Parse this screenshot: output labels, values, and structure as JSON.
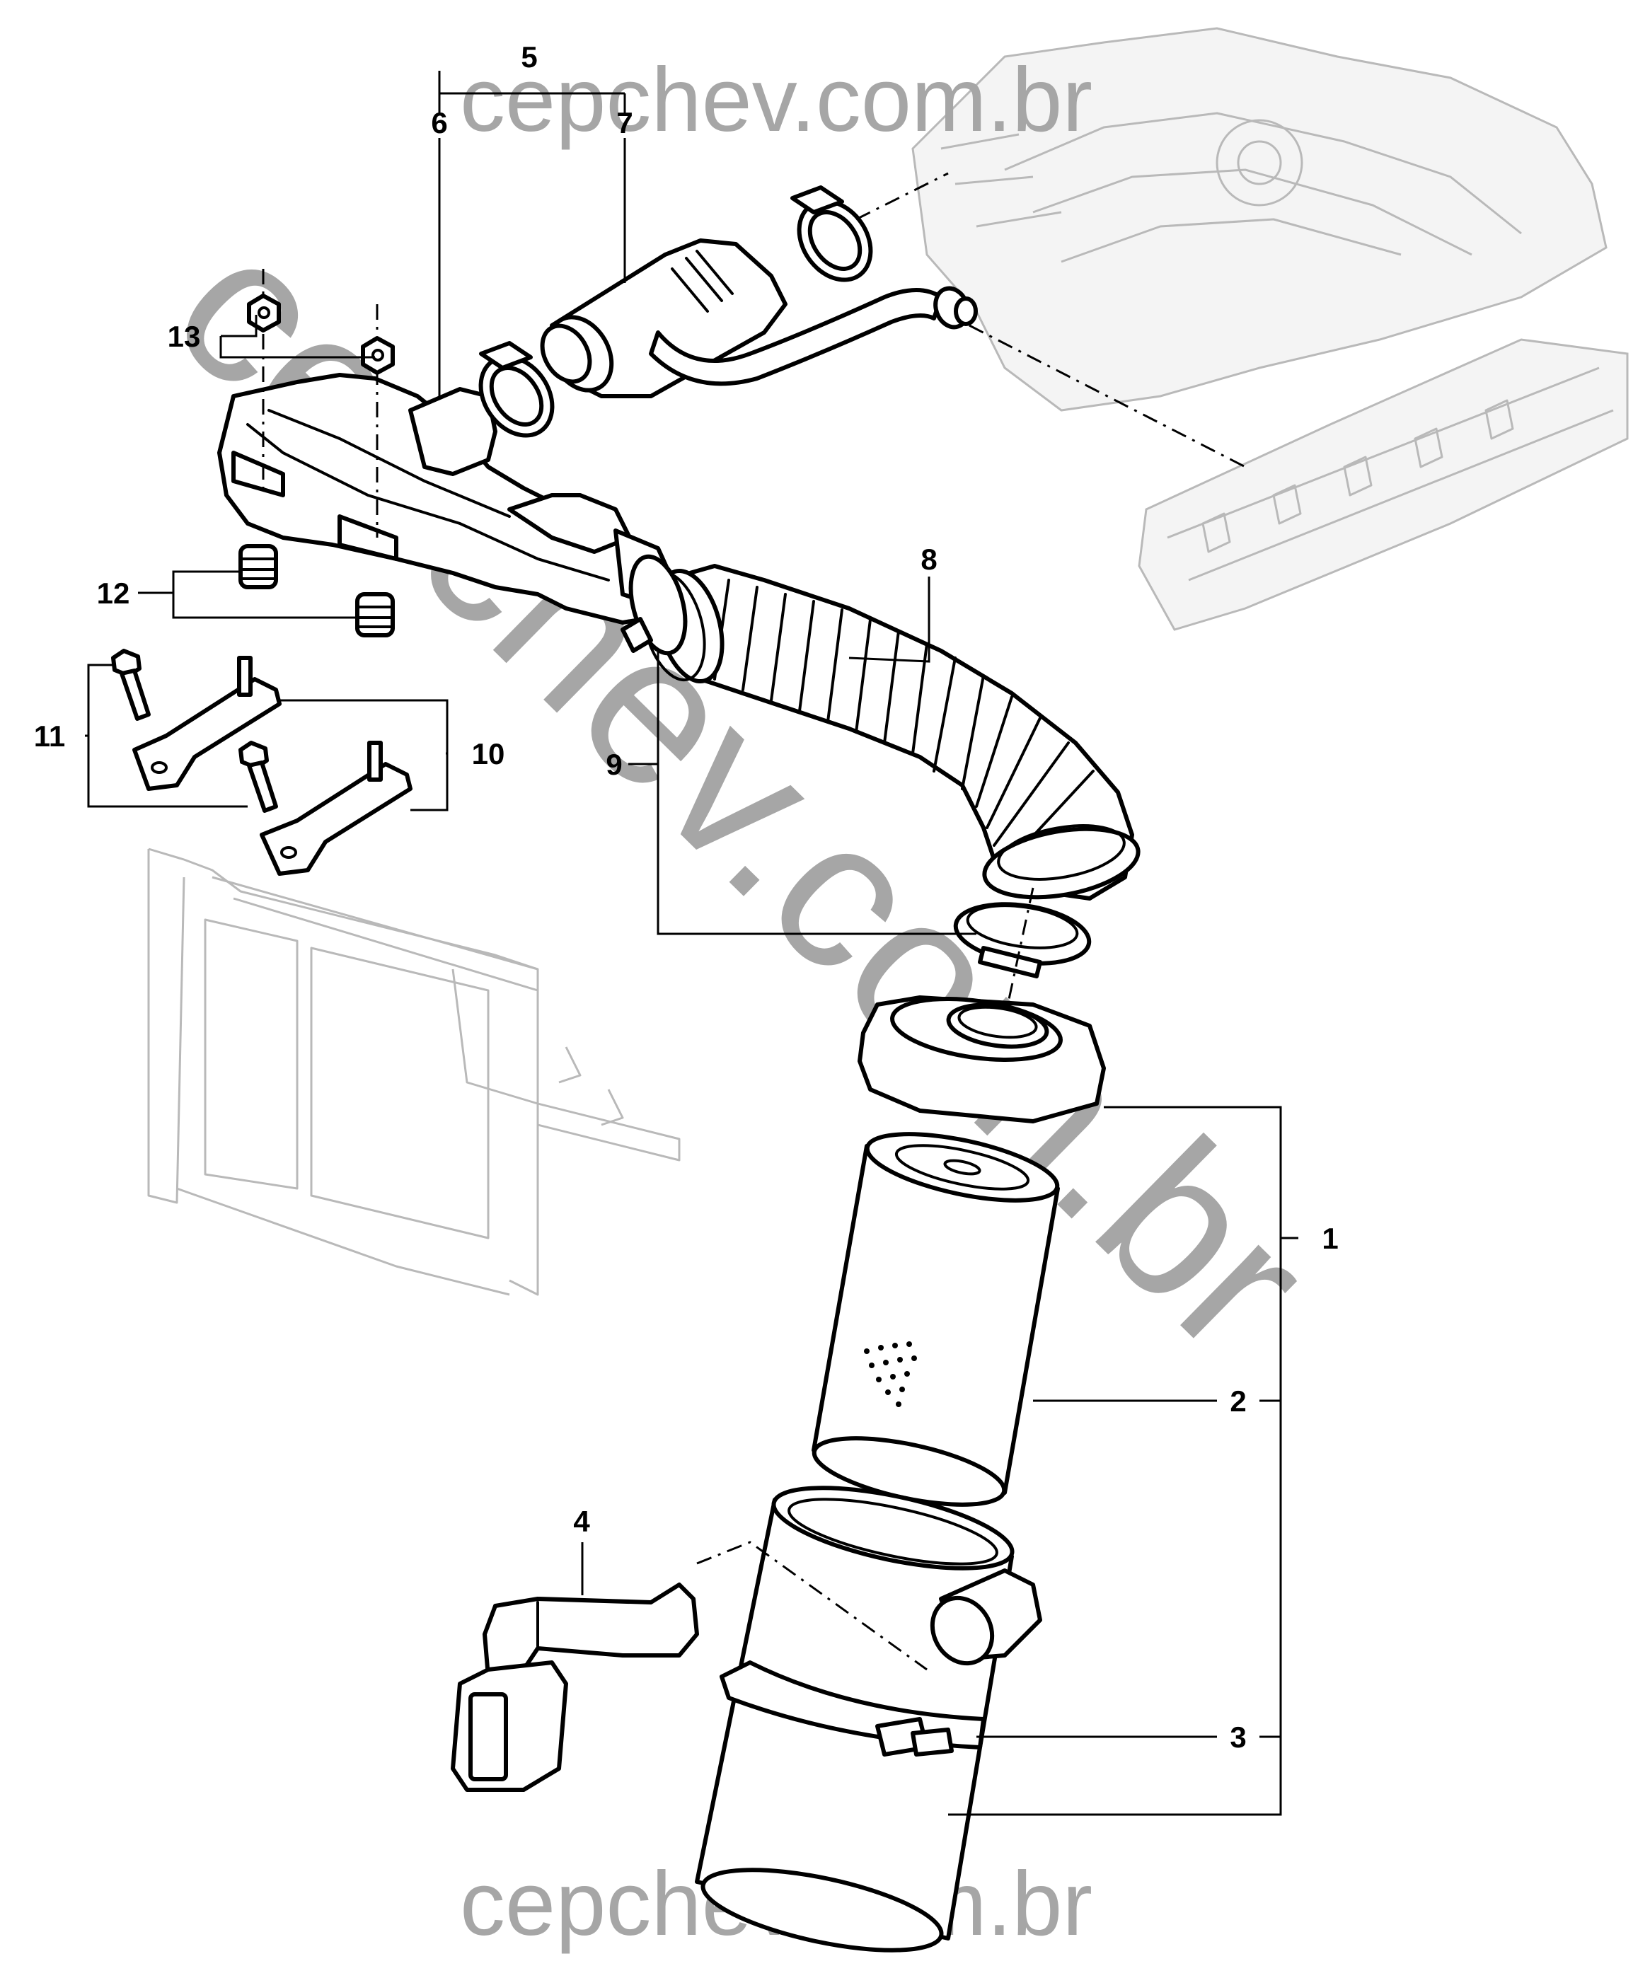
{
  "diagram": {
    "callouts": {
      "c1": "1",
      "c2": "2",
      "c3": "3",
      "c4": "4",
      "c5": "5",
      "c6": "6",
      "c7": "7",
      "c8": "8",
      "c9": "9",
      "c10": "10",
      "c11": "11",
      "c12": "12",
      "c13": "13"
    },
    "watermarks": {
      "top": "cepchev.com.br",
      "bottom": "cepchev.com.br",
      "diagonal": "cepchev.com.br"
    }
  }
}
